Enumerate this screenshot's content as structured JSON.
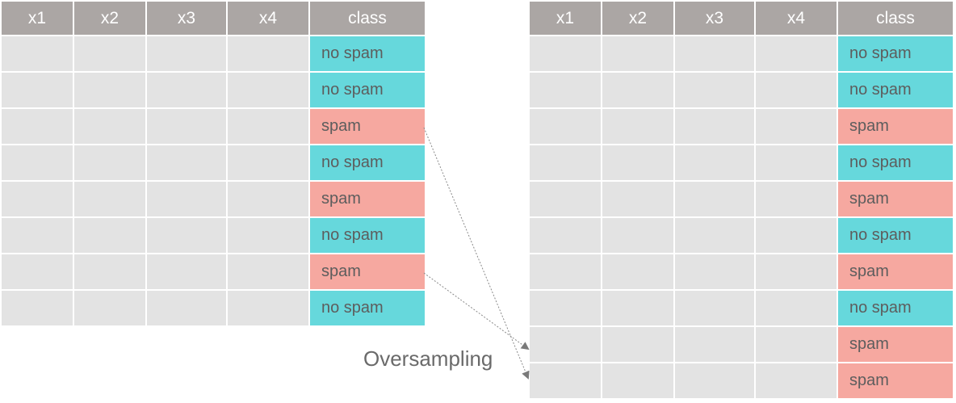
{
  "columns": [
    "x1",
    "x2",
    "x3",
    "x4",
    "class"
  ],
  "left_table": {
    "rows": [
      "no spam",
      "no spam",
      "spam",
      "no spam",
      "spam",
      "no spam",
      "spam",
      "no spam"
    ]
  },
  "right_table": {
    "rows": [
      "no spam",
      "no spam",
      "spam",
      "no spam",
      "spam",
      "no spam",
      "spam",
      "no spam",
      "spam",
      "spam"
    ]
  },
  "label": "Oversampling",
  "colors": {
    "header": "#aba6a4",
    "feature_cell": "#e3e3e3",
    "no_spam": "#66d8dc",
    "spam": "#f6a8a0"
  }
}
